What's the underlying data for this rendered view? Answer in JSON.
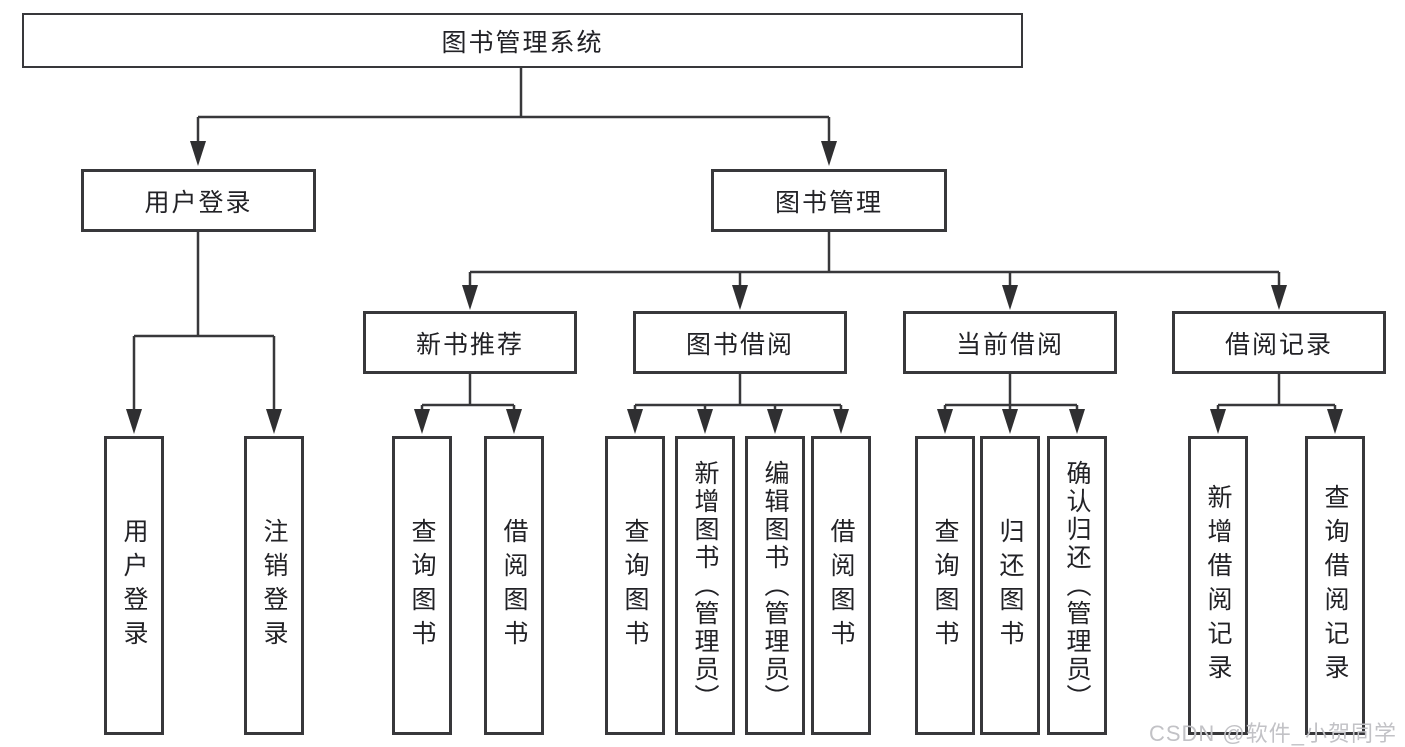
{
  "watermark": "CSDN @软件_小贺同学",
  "colors": {
    "line": "#38383b",
    "box_border": "#38383b",
    "text": "#222226",
    "watermark": "#c2c2c6",
    "background": "#ffffff"
  },
  "tree": {
    "label": "图书管理系统",
    "children": [
      {
        "label": "用户登录",
        "children": [
          {
            "label": "用户登录"
          },
          {
            "label": "注销登录"
          }
        ]
      },
      {
        "label": "图书管理",
        "children": [
          {
            "label": "新书推荐",
            "children": [
              {
                "label": "查询图书"
              },
              {
                "label": "借阅图书"
              }
            ]
          },
          {
            "label": "图书借阅",
            "children": [
              {
                "label": "查询图书"
              },
              {
                "label": "新增图书（管理员）"
              },
              {
                "label": "编辑图书（管理员）"
              },
              {
                "label": "借阅图书"
              }
            ]
          },
          {
            "label": "当前借阅",
            "children": [
              {
                "label": "查询图书"
              },
              {
                "label": "归还图书"
              },
              {
                "label": "确认归还（管理员）"
              }
            ]
          },
          {
            "label": "借阅记录",
            "children": [
              {
                "label": "新增借阅记录"
              },
              {
                "label": "查询借阅记录"
              }
            ]
          }
        ]
      }
    ]
  }
}
